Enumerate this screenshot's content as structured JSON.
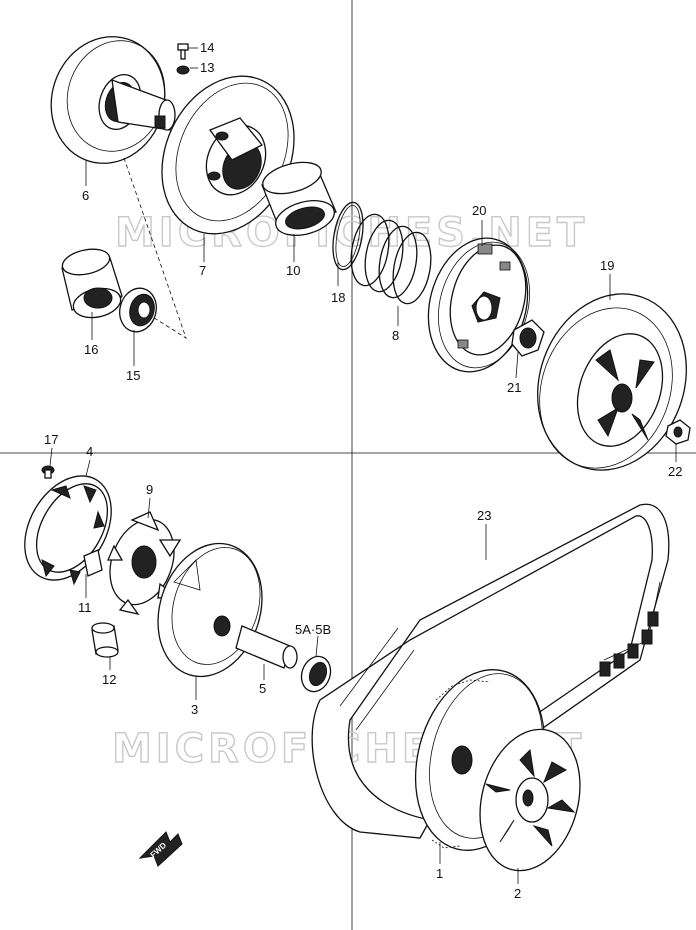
{
  "watermark": "MICROFICHES.NET",
  "fwd_label": "FWD",
  "callouts": [
    {
      "id": "14",
      "text": "14"
    },
    {
      "id": "13",
      "text": "13"
    },
    {
      "id": "6",
      "text": "6"
    },
    {
      "id": "7",
      "text": "7"
    },
    {
      "id": "10",
      "text": "10"
    },
    {
      "id": "18",
      "text": "18"
    },
    {
      "id": "20",
      "text": "20"
    },
    {
      "id": "8",
      "text": "8"
    },
    {
      "id": "19",
      "text": "19"
    },
    {
      "id": "21",
      "text": "21"
    },
    {
      "id": "16",
      "text": "16"
    },
    {
      "id": "15",
      "text": "15"
    },
    {
      "id": "17",
      "text": "17"
    },
    {
      "id": "4",
      "text": "4"
    },
    {
      "id": "9",
      "text": "9"
    },
    {
      "id": "22",
      "text": "22"
    },
    {
      "id": "23",
      "text": "23"
    },
    {
      "id": "11",
      "text": "11"
    },
    {
      "id": "5A5B",
      "text": "5A·5B"
    },
    {
      "id": "12",
      "text": "12"
    },
    {
      "id": "3",
      "text": "3"
    },
    {
      "id": "5",
      "text": "5"
    },
    {
      "id": "1",
      "text": "1"
    },
    {
      "id": "2",
      "text": "2"
    }
  ]
}
